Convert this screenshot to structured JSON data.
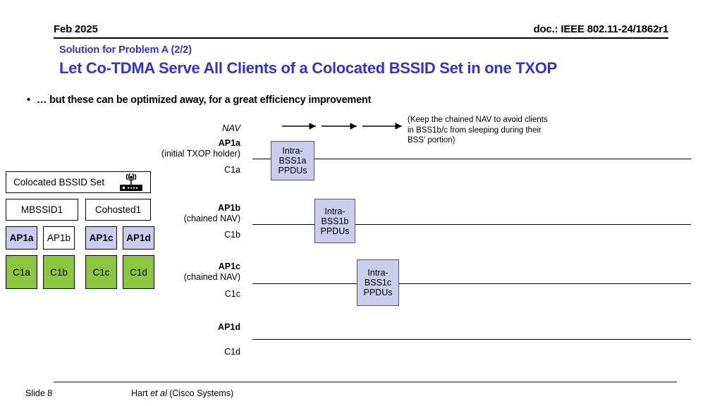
{
  "header": {
    "date": "Feb 2025",
    "doc": "doc.: IEEE 802.11-24/1862r1"
  },
  "title": {
    "subtitle": "Solution for Problem A (2/2)",
    "main": "Let Co-TDMA Serve All Clients of a Colocated BSSID Set in one TXOP"
  },
  "bullet": {
    "marker": "•",
    "text": "… but these can be optimized away, for a great efficiency improvement"
  },
  "bssid_panel": {
    "header_label": "Colocated BSSID Set",
    "icon": "wifi-router-icon",
    "groups": [
      {
        "label": "MBSSID1"
      },
      {
        "label": "Cohosted1"
      }
    ],
    "aps": [
      {
        "label": "AP1a",
        "highlighted": true
      },
      {
        "label": "AP1b",
        "highlighted": false
      },
      {
        "label": "AP1c",
        "highlighted": true
      },
      {
        "label": "AP1d",
        "highlighted": true
      }
    ],
    "clients": [
      {
        "label": "C1a"
      },
      {
        "label": "C1b"
      },
      {
        "label": "C1c"
      },
      {
        "label": "C1d"
      }
    ]
  },
  "timing": {
    "nav_label": "NAV",
    "nav_note": "(Keep the chained NAV to avoid clients in BSS1b/c from sleeping during their BSS' portion)",
    "rows": [
      {
        "ap": "AP1a",
        "ap_sub": "(initial TXOP holder)",
        "client": "C1a",
        "ppdu": "Intra-BSS1a PPDUs"
      },
      {
        "ap": "AP1b",
        "ap_sub": "(chained NAV)",
        "client": "C1b",
        "ppdu": "Intra-BSS1b PPDUs"
      },
      {
        "ap": "AP1c",
        "ap_sub": "(chained NAV)",
        "client": "C1c",
        "ppdu": "Intra-BSS1c PPDUs"
      },
      {
        "ap": "AP1d",
        "ap_sub": "",
        "client": "C1d",
        "ppdu": ""
      }
    ]
  },
  "footer": {
    "slide": "Slide 8",
    "author_name": "Hart ",
    "author_etal": "et al",
    "author_org": " (Cisco Systems)"
  },
  "colors": {
    "title_blue": "#3333cc",
    "ap_lavender": "#ccccec",
    "client_green": "#8cc63f",
    "rule_black": "#000000",
    "footer_rule_gray": "#808080"
  }
}
